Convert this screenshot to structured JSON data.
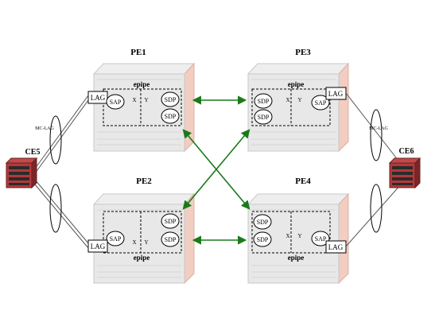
{
  "colors": {
    "background": "#ffffff",
    "router_body": "#e8e8e8",
    "router_side": "#f2cdc2",
    "router_top": "#eeeeee",
    "link_green": "#1a7a1a",
    "line_gray": "#555555",
    "ce_red": "#b3383a"
  },
  "routers": {
    "pe1": {
      "name": "PE1",
      "service": "epipe"
    },
    "pe2": {
      "name": "PE2",
      "service": "epipe"
    },
    "pe3": {
      "name": "PE3",
      "service": "epipe"
    },
    "pe4": {
      "name": "PE4",
      "service": "epipe"
    }
  },
  "ce": {
    "ce5": {
      "name": "CE5",
      "mclag": "MC-LAG"
    },
    "ce6": {
      "name": "CE6",
      "mclag": "MC-LAG"
    }
  },
  "labels": {
    "lag": "LAG",
    "sap": "SAP",
    "sdp": "SDP",
    "x": "X",
    "y": "Y"
  }
}
